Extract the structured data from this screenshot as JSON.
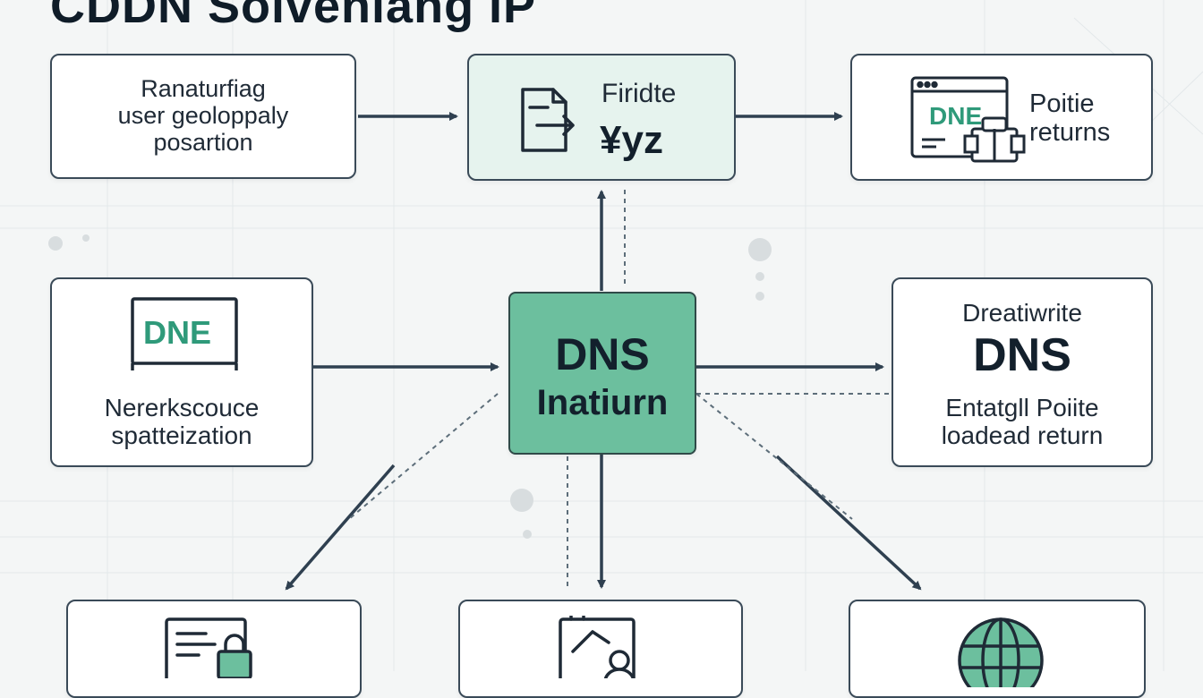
{
  "title": "CDDN Solveniang IP",
  "nodes": {
    "top_left": {
      "lines": [
        "Ranaturfiag",
        "user geoloppaly",
        "posartion"
      ]
    },
    "top_center": {
      "line1": "Firidte",
      "line2": "¥yz"
    },
    "top_right": {
      "icon_text": "DNE",
      "lines": [
        "Poitie",
        "returns"
      ]
    },
    "mid_left": {
      "icon_text": "DNE",
      "lines": [
        "Nererkscouce",
        "spatteization"
      ]
    },
    "center": {
      "line1": "DNS",
      "line2": "Inatiurn"
    },
    "mid_right": {
      "line1": "Dreatiwrite",
      "line2": "DNS",
      "lines": [
        "Entatgll Poiite",
        "loadead return"
      ]
    }
  },
  "icons": {
    "top_center": "document-arrow-icon",
    "top_right": "browser-window-icon",
    "mid_left": "monitor-icon",
    "bottom_left": "document-lock-icon",
    "bottom_center": "checklist-user-icon",
    "bottom_right": "globe-icon"
  },
  "colors": {
    "accent": "#6cbf9e",
    "accent_dark": "#2f9a7a",
    "stroke": "#2f4050",
    "background": "#f4f6f6"
  }
}
